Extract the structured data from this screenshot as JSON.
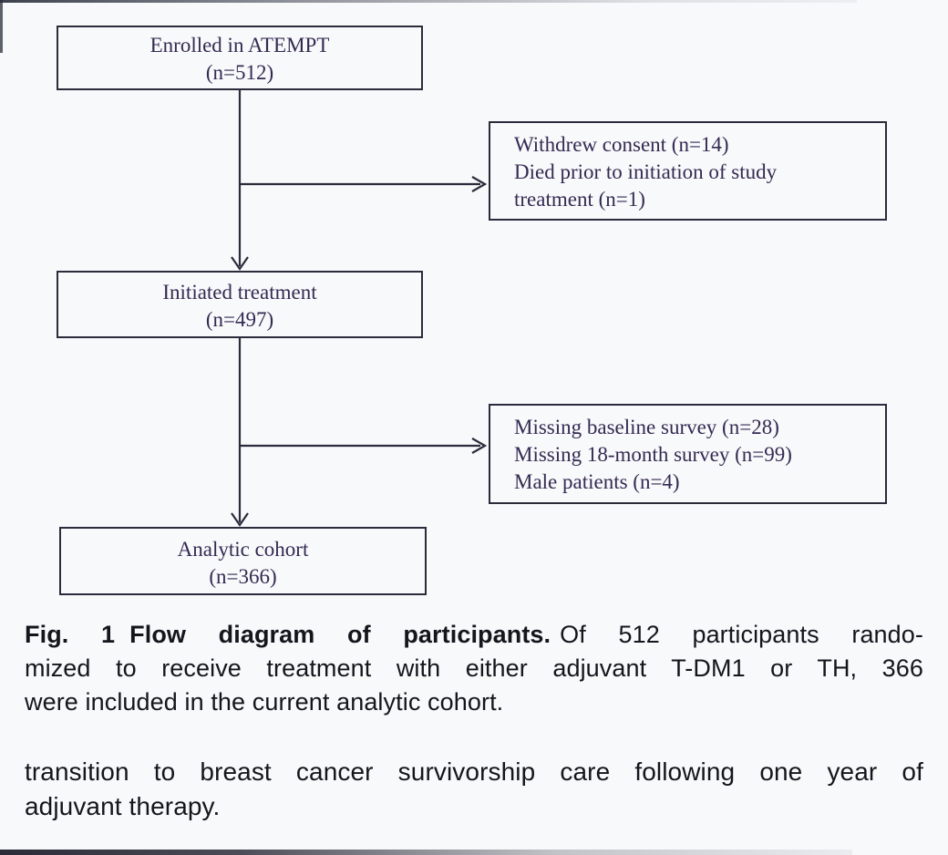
{
  "figure": {
    "boxes": [
      {
        "name": "enrolled",
        "align": "center",
        "lines": [
          "Enrolled in ATEMPT",
          "(n=512)"
        ]
      },
      {
        "name": "withdrew",
        "align": "left",
        "lines": [
          "Withdrew consent (n=14)",
          "Died prior to initiation of study",
          "treatment (n=1)"
        ]
      },
      {
        "name": "initiated",
        "align": "center",
        "lines": [
          "Initiated treatment",
          "(n=497)"
        ]
      },
      {
        "name": "excluded",
        "align": "left",
        "lines": [
          "Missing baseline survey (n=28)",
          "Missing 18-month survey (n=99)",
          "Male patients (n=4)"
        ]
      },
      {
        "name": "analytic",
        "align": "center",
        "lines": [
          "Analytic cohort",
          "(n=366)"
        ]
      }
    ]
  },
  "caption": {
    "fig_label": "Fig. 1",
    "fig_title": "Flow diagram of participants.",
    "line1_rest": "Of 512 participants rando-",
    "line2": "mized to receive treatment with either adjuvant T-DM1 or TH, 366",
    "line3": "were included in the current analytic cohort."
  },
  "body": {
    "line1": "transition to breast cancer survivorship care following one year of",
    "line2": "adjuvant therapy."
  },
  "colors": {
    "background": "#f8f9fb",
    "box_border": "#2b2b3b",
    "box_text": "#352a52",
    "caption_text": "#15151c"
  }
}
